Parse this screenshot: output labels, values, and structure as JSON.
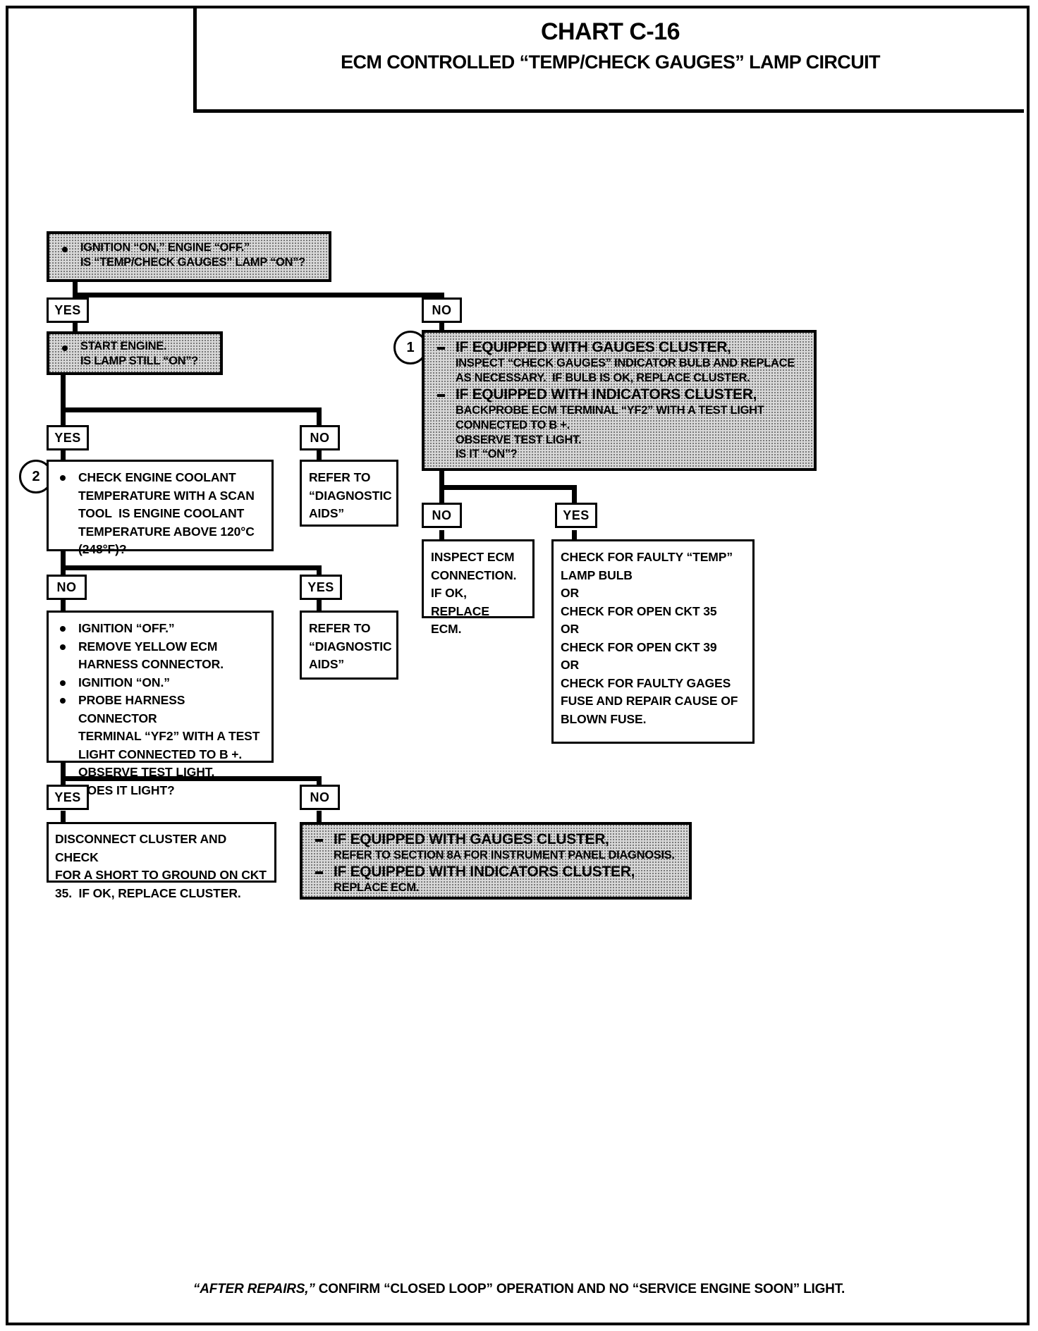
{
  "header": {
    "chart_number": "CHART C-16",
    "chart_title": "ECM CONTROLLED “TEMP/CHECK GAUGES” LAMP CIRCUIT"
  },
  "labels": {
    "yes": "YES",
    "no": "NO",
    "step_1": "1",
    "step_2": "2"
  },
  "nodes": {
    "start": {
      "lines": [
        "IGNITION “ON,” ENGINE “OFF.”",
        "IS “TEMP/CHECK GAUGES” LAMP “ON”?"
      ]
    },
    "start_engine": {
      "lines": [
        "START ENGINE.",
        "IS LAMP STILL “ON”?"
      ]
    },
    "coolant_check": {
      "lines": [
        "CHECK ENGINE COOLANT",
        "TEMPERATURE WITH A SCAN",
        "TOOL  IS ENGINE COOLANT",
        "TEMPERATURE ABOVE 120°C",
        "(248°F)?"
      ]
    },
    "diag_aids_1": {
      "lines": [
        "REFER TO",
        "“DIAGNOSTIC",
        "AIDS”"
      ]
    },
    "diag_aids_2": {
      "lines": [
        "REFER TO",
        "“DIAGNOSTIC",
        "AIDS”"
      ]
    },
    "probe_harness": {
      "bullets": [
        [
          "IGNITION “OFF.”"
        ],
        [
          "REMOVE YELLOW ECM",
          "HARNESS CONNECTOR."
        ],
        [
          "IGNITION “ON.”"
        ],
        [
          "PROBE HARNESS CONNECTOR",
          "TERMINAL “YF2” WITH A TEST",
          "LIGHT CONNECTED TO B +.",
          "OBSERVE TEST LIGHT.",
          "DOES IT LIGHT?"
        ]
      ]
    },
    "disconnect_cluster": {
      "lines": [
        "DISCONNECT CLUSTER AND CHECK",
        "FOR A SHORT TO GROUND ON CKT",
        "35.  IF OK, REPLACE CLUSTER."
      ]
    },
    "equipped_top": {
      "groups": [
        {
          "head": "IF EQUIPPED WITH GAUGES CLUSTER,",
          "body": [
            "INSPECT “CHECK GAUGES” INDICATOR BULB AND REPLACE",
            "AS NECESSARY.  IF BULB IS OK, REPLACE CLUSTER."
          ]
        },
        {
          "head": "IF EQUIPPED WITH INDICATORS CLUSTER,",
          "body": [
            "BACKPROBE ECM TERMINAL “YF2” WITH A TEST LIGHT",
            "CONNECTED TO B +.",
            "OBSERVE TEST LIGHT.",
            "IS IT “ON”?"
          ]
        }
      ]
    },
    "inspect_ecm": {
      "lines": [
        "INSPECT ECM",
        "CONNECTION.",
        "IF OK, REPLACE",
        "ECM."
      ]
    },
    "faulty_temp": {
      "lines": [
        "CHECK FOR FAULTY “TEMP”",
        "LAMP BULB",
        "OR",
        "CHECK FOR OPEN CKT 35",
        "OR",
        "CHECK FOR OPEN CKT 39",
        "OR",
        "CHECK FOR FAULTY GAGES",
        "FUSE AND REPAIR CAUSE OF",
        "BLOWN FUSE."
      ]
    },
    "equipped_bottom": {
      "groups": [
        {
          "head": "IF EQUIPPED WITH GAUGES CLUSTER,",
          "body": [
            "REFER TO SECTION 8A FOR INSTRUMENT PANEL DIAGNOSIS."
          ]
        },
        {
          "head": "IF EQUIPPED WITH INDICATORS CLUSTER,",
          "body": [
            "REPLACE ECM."
          ]
        }
      ]
    }
  },
  "footer": {
    "lead": "“AFTER REPAIRS,”",
    "rest": " CONFIRM “CLOSED LOOP” OPERATION AND NO “SERVICE ENGINE SOON” LIGHT."
  }
}
